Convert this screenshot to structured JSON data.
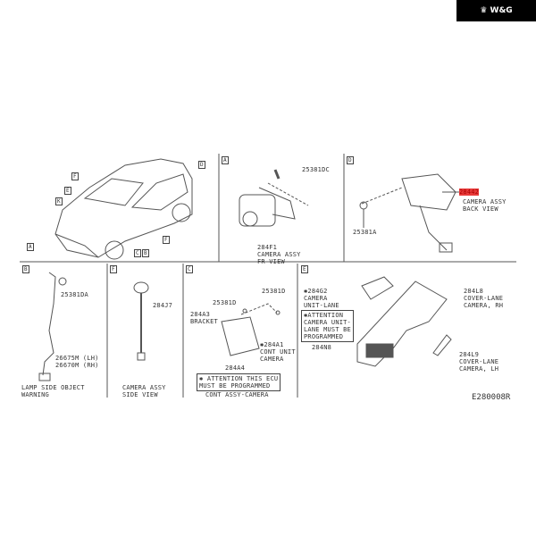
{
  "logo": {
    "text": "W&G",
    "icon": "crown-icon"
  },
  "panels": {
    "overview": {
      "callouts": [
        "D",
        "F",
        "E",
        "K",
        "A",
        "C",
        "B",
        "F"
      ]
    },
    "A": {
      "letter": "A",
      "part1": "25381DC",
      "part2": "284F1",
      "desc": "CAMERA ASSY\nFR VIEW"
    },
    "D": {
      "letter": "D",
      "part1": "28442",
      "desc": "CAMERA ASSY\nBACK VIEW",
      "part2": "25381A"
    },
    "B": {
      "letter": "B",
      "part1": "25381DA",
      "part2": "26675M (LH)\n26670M (RH)",
      "caption": "LAMP SIDE OBJECT\nWARNING"
    },
    "F": {
      "letter": "F",
      "part1": "284J7",
      "caption": "CAMERA ASSY\nSIDE VIEW"
    },
    "C": {
      "letter": "C",
      "part1": "25381D",
      "part2": "25381D",
      "part3": "284A3\nBRACKET",
      "part4": "✱284A1\nCONT UNIT\nCAMERA",
      "part5": "284A4",
      "note": "✱ ATTENTION THIS ECU\nMUST BE PROGRAMMED",
      "caption": "CONT ASSY-CAMERA"
    },
    "E": {
      "letter": "E",
      "part1": "✱284G2\nCAMERA\nUNIT-LANE",
      "note": "✱ATTENTION\nCAMERA UNIT-\nLANE MUST BE\nPROGRAMMED",
      "part2": "284N8",
      "part3": "284L8\nCOVER-LANE\nCAMERA, RH",
      "part4": "284L9\nCOVER-LANE\nCAMERA, LH"
    }
  },
  "diagram_code": "E280008R",
  "colors": {
    "highlight": "#e83a3a"
  }
}
